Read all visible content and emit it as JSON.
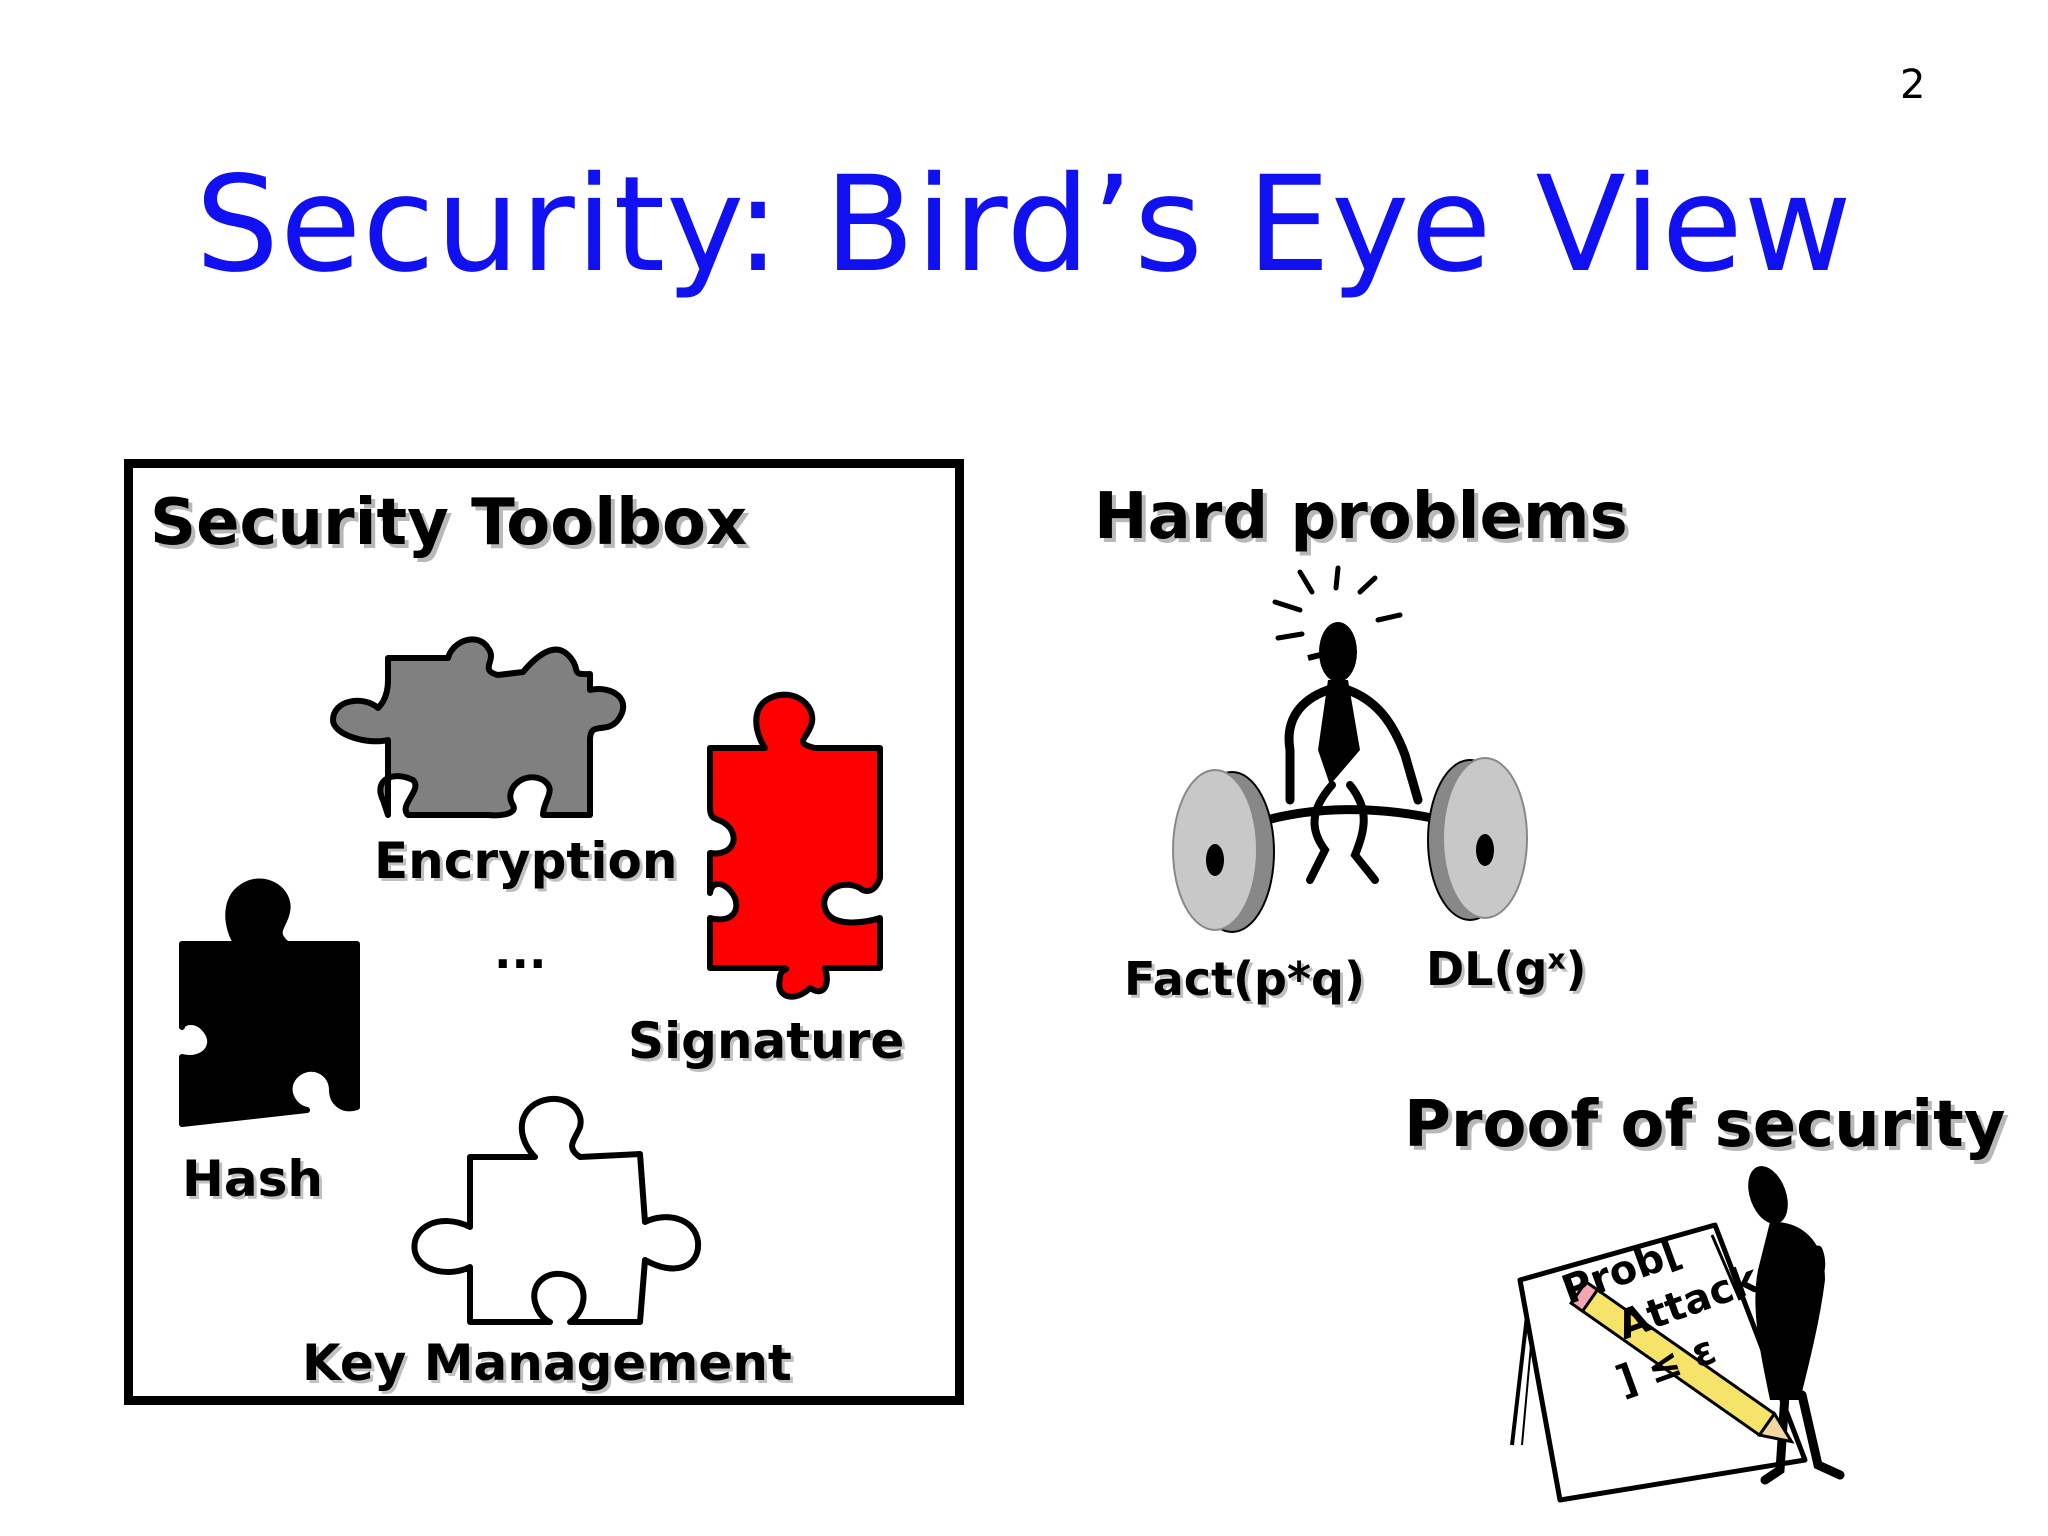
{
  "slide": {
    "number": "2",
    "title": "Security: Bird’s Eye View"
  },
  "toolbox": {
    "heading": "Security Toolbox",
    "pieces": [
      {
        "label": "Encryption",
        "color": "#808080",
        "icon": "puzzle-piece-icon"
      },
      {
        "label": "Signature",
        "color": "#ff0000",
        "icon": "puzzle-piece-icon"
      },
      {
        "label": "Hash",
        "color": "#000000",
        "icon": "puzzle-piece-icon"
      },
      {
        "label": "Key Management",
        "color": "#ffffff",
        "icon": "puzzle-piece-icon"
      }
    ],
    "ellipsis": "..."
  },
  "hard_problems": {
    "heading": "Hard problems",
    "icon": "weightlifter-icon",
    "left_weight": "Fact(p*q)",
    "right_weight_base": "DL(g",
    "right_weight_sup": "x",
    "right_weight_end": ")"
  },
  "proof": {
    "heading": "Proof of security",
    "icon": "person-writing-icon",
    "paper_lines": [
      "Prob[",
      "Attack",
      "] ≤ ε"
    ]
  },
  "colors": {
    "title": "#1010f0",
    "encryption": "#808080",
    "signature": "#ff0000",
    "hash": "#000000",
    "pencil": "#f5e36a"
  }
}
